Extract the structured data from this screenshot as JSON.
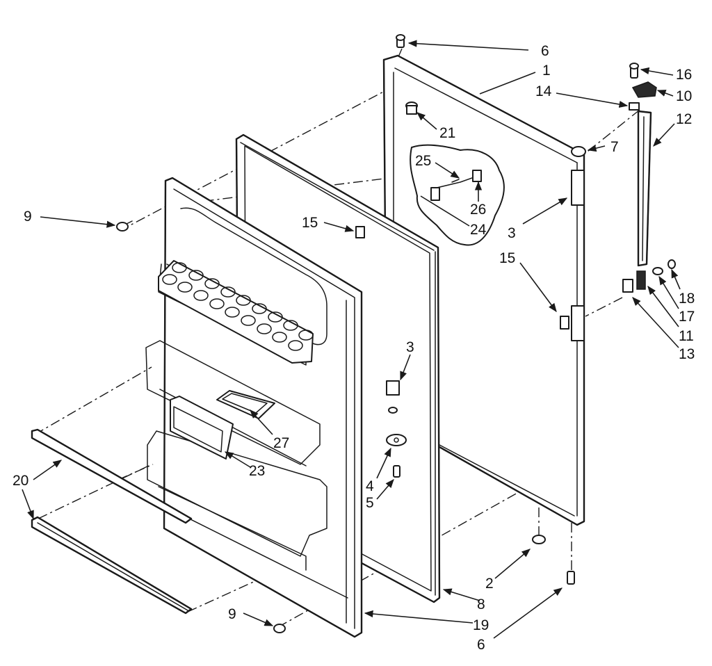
{
  "callouts": [
    {
      "id": "c-6-top",
      "text": "6"
    },
    {
      "id": "c-1",
      "text": "1"
    },
    {
      "id": "c-16",
      "text": "16"
    },
    {
      "id": "c-14",
      "text": "14"
    },
    {
      "id": "c-10",
      "text": "10"
    },
    {
      "id": "c-12",
      "text": "12"
    },
    {
      "id": "c-21",
      "text": "21"
    },
    {
      "id": "c-7",
      "text": "7"
    },
    {
      "id": "c-25",
      "text": "25"
    },
    {
      "id": "c-26",
      "text": "26"
    },
    {
      "id": "c-24",
      "text": "24"
    },
    {
      "id": "c-9-top",
      "text": "9"
    },
    {
      "id": "c-15-left",
      "text": "15"
    },
    {
      "id": "c-3-right",
      "text": "3"
    },
    {
      "id": "c-15-right",
      "text": "15"
    },
    {
      "id": "c-18",
      "text": "18"
    },
    {
      "id": "c-17",
      "text": "17"
    },
    {
      "id": "c-11",
      "text": "11"
    },
    {
      "id": "c-13",
      "text": "13"
    },
    {
      "id": "c-3-mid",
      "text": "3"
    },
    {
      "id": "c-27",
      "text": "27"
    },
    {
      "id": "c-23",
      "text": "23"
    },
    {
      "id": "c-20",
      "text": "20"
    },
    {
      "id": "c-4",
      "text": "4"
    },
    {
      "id": "c-5",
      "text": "5"
    },
    {
      "id": "c-2",
      "text": "2"
    },
    {
      "id": "c-8",
      "text": "8"
    },
    {
      "id": "c-9-bottom",
      "text": "9"
    },
    {
      "id": "c-19",
      "text": "19"
    },
    {
      "id": "c-6-bottom",
      "text": "6"
    }
  ],
  "colors": {
    "ink": "#1a1a1a",
    "paper": "#ffffff"
  }
}
